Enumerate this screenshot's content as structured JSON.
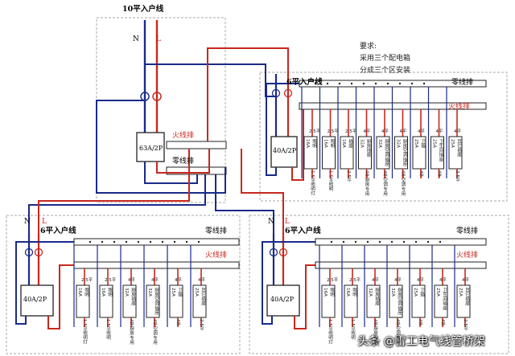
{
  "colors": {
    "neutral": "#1a2a8a",
    "live": "#c8281e",
    "frame": "#aaaaaa",
    "box": "#222222"
  },
  "top": {
    "title": "10平入户线",
    "n": "N",
    "l": "L",
    "main_breaker": "63A/2P",
    "live_bar": "火线排",
    "neutral_bar": "零线排"
  },
  "requirements": {
    "title": "要求:",
    "line1": "采用三个配电箱",
    "line2": "分成三个区安装"
  },
  "panel_right_top": {
    "feed": "6平入户线",
    "neutral_bar": "零线排",
    "live_bar": "火线排",
    "main_breaker": "40A/2P",
    "circuits": [
      {
        "wire": "2.5平",
        "rating": "16A",
        "name": "照明",
        "dest": "1.5平照明灯"
      },
      {
        "wire": "2.5平",
        "rating": "16A",
        "name": "照明",
        "dest": "1.5平照明"
      },
      {
        "wire": "2.5平",
        "rating": "16A",
        "name": "插座",
        "dest": "2.5平"
      },
      {
        "wire": "4平",
        "rating": "32A",
        "name": "厨房插座",
        "dest": "4平厨房专用"
      },
      {
        "wire": "4平",
        "rating": "32A",
        "name": "厨房空调插座",
        "dest": "4平空调专用"
      },
      {
        "wire": "4平",
        "rating": "32A",
        "name": "厨房空调插座",
        "dest": "4平空调专用"
      },
      {
        "wire": "4平",
        "rating": "25A",
        "name": "卫插",
        "dest": "4平"
      },
      {
        "wire": "4平",
        "rating": "25A",
        "name": "卫生间插座",
        "dest": "4平"
      },
      {
        "wire": "4平",
        "rating": "25A",
        "name": "其它插座",
        "dest": "2.5平"
      }
    ]
  },
  "panel_bottom_left": {
    "n": "N",
    "l": "L",
    "feed": "6平入户线",
    "neutral_bar": "零线排",
    "live_bar": "火线排",
    "main_breaker": "40A/2P",
    "circuits": [
      {
        "wire": "2.5平",
        "rating": "16A",
        "name": "照明",
        "dest": "1.5平照明灯"
      },
      {
        "wire": "2.5平",
        "rating": "16A",
        "name": "照明",
        "dest": "1.5平照明"
      },
      {
        "wire": "4平",
        "rating": "32A",
        "name": "厨房插座",
        "dest": "4平厨房专用"
      },
      {
        "wire": "4平",
        "rating": "32A",
        "name": "厨房空调插座",
        "dest": "4平空调专用"
      },
      {
        "wire": "4平",
        "rating": "25A",
        "name": "卫插",
        "dest": "4平"
      },
      {
        "wire": "4平",
        "rating": "25A",
        "name": "其它插座",
        "dest": "2.5平"
      }
    ]
  },
  "panel_bottom_right": {
    "n": "N",
    "l": "L",
    "feed": "6平入户线",
    "neutral_bar": "零线排",
    "live_bar": "火线排",
    "main_breaker": "40A/2P",
    "circuits": [
      {
        "wire": "2.5平",
        "rating": "16A",
        "name": "照明",
        "dest": "1.5平照明灯"
      },
      {
        "wire": "2.5平",
        "rating": "16A",
        "name": "照明",
        "dest": "1.5平照明"
      },
      {
        "wire": "4平",
        "rating": "32A",
        "name": "厨房插座",
        "dest": "4平厨房专用"
      },
      {
        "wire": "4平",
        "rating": "32A",
        "name": "厨房空调插座",
        "dest": "4平空调专用"
      },
      {
        "wire": "4平",
        "rating": "25A",
        "name": "卫插",
        "dest": "4平"
      },
      {
        "wire": "4平",
        "rating": "25A",
        "name": "卫生间插座",
        "dest": "4平"
      },
      {
        "wire": "4平",
        "rating": "25A",
        "name": "其它插座",
        "dest": "2.5平"
      }
    ]
  },
  "watermark": "头条 @雷工电气线管桥架"
}
